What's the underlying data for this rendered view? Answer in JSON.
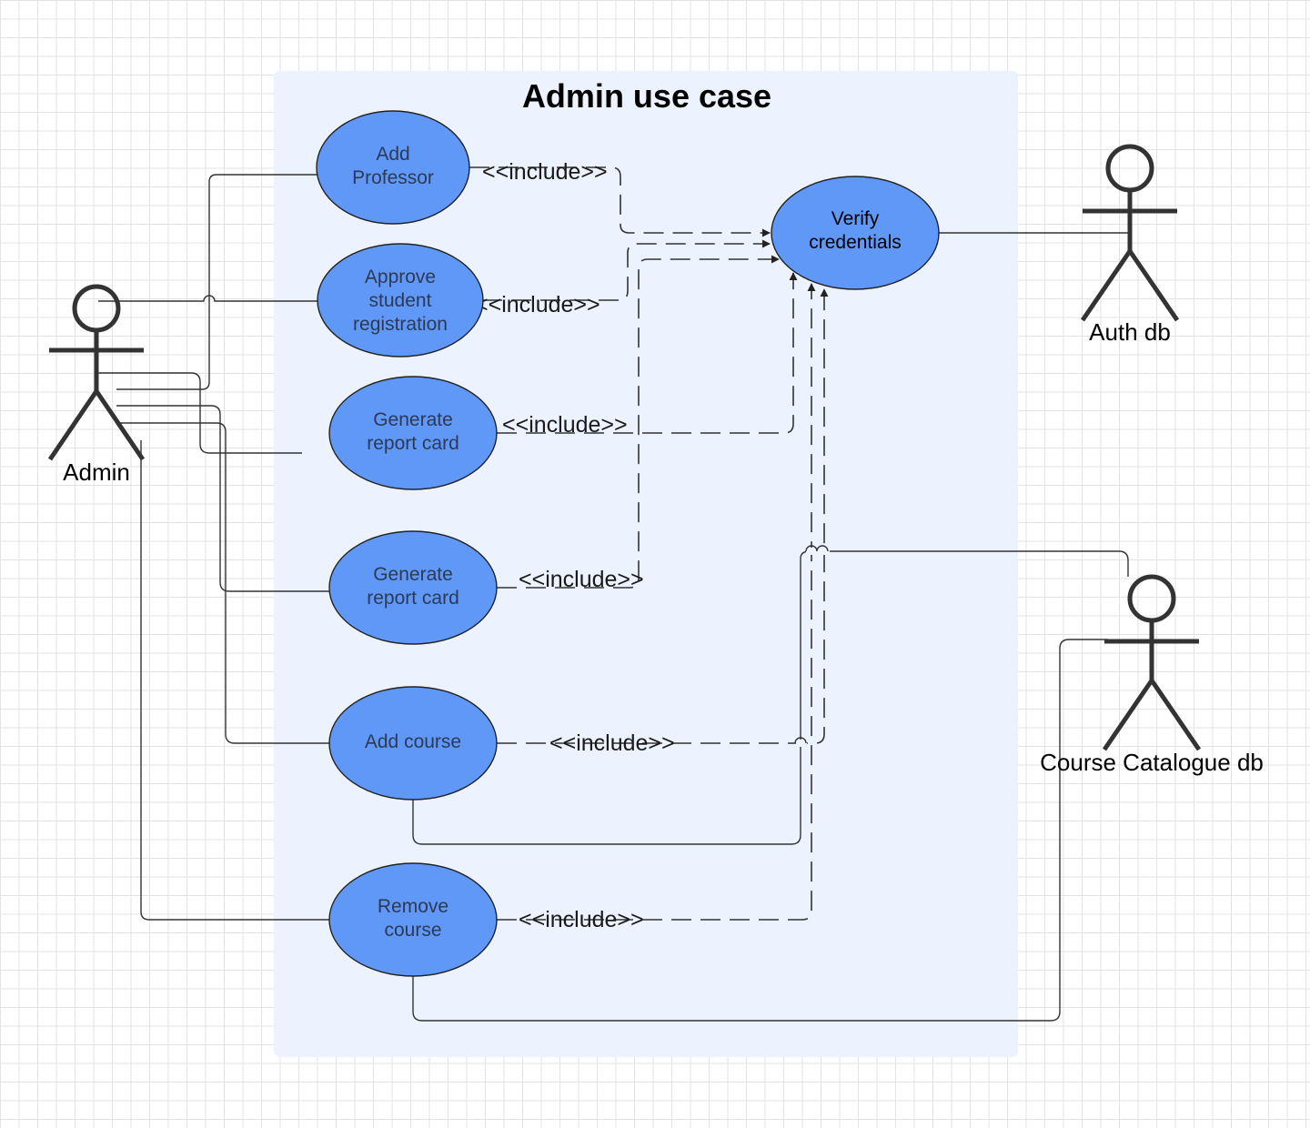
{
  "title": "Admin use case",
  "colors": {
    "boundary_fill": "#ecf3fe",
    "usecase_fill": "#6098f8",
    "line": "#333333"
  },
  "actors": {
    "admin": {
      "label": "Admin",
      "icon": "stick-figure-icon"
    },
    "auth_db": {
      "label": "Auth db",
      "icon": "stick-figure-icon"
    },
    "catalogue_db": {
      "label": "Course Catalogue db",
      "icon": "stick-figure-icon"
    }
  },
  "use_cases": {
    "add_professor": [
      "Add",
      "Professor"
    ],
    "approve_registration": [
      "Approve",
      "student",
      "registration"
    ],
    "generate_report_card_1": [
      "Generate",
      "report card"
    ],
    "generate_report_card_2": [
      "Generate",
      "report card"
    ],
    "add_course": [
      "Add course"
    ],
    "remove_course": [
      "Remove",
      "course"
    ],
    "verify_credentials": [
      "Verify",
      "credentials"
    ]
  },
  "include_label": "<<include>>"
}
